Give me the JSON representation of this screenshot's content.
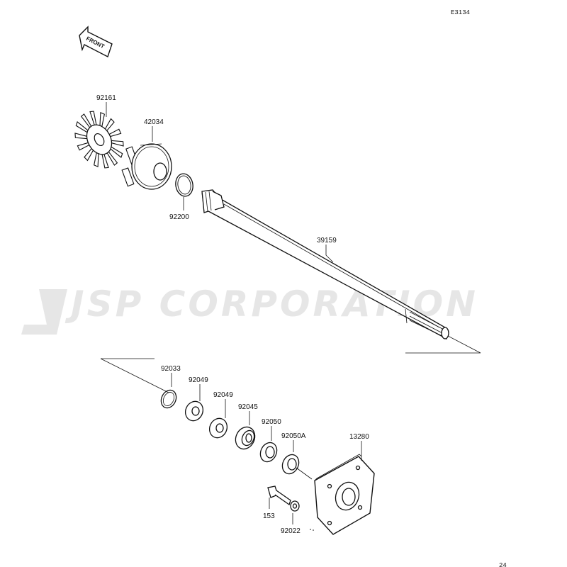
{
  "header": {
    "diagram_code": "E3134",
    "page_number": "24"
  },
  "front_arrow": {
    "label": "FRONT"
  },
  "watermark": {
    "text": "JSP CORPORATION"
  },
  "parts": [
    {
      "number": "92161"
    },
    {
      "number": "42034"
    },
    {
      "number": "92200"
    },
    {
      "number": "39159"
    },
    {
      "number": "92033"
    },
    {
      "number": "92049"
    },
    {
      "number": "92049"
    },
    {
      "number": "92045"
    },
    {
      "number": "92050"
    },
    {
      "number": "92050A"
    },
    {
      "number": "13280"
    },
    {
      "number": "153"
    },
    {
      "number": "92022"
    }
  ]
}
